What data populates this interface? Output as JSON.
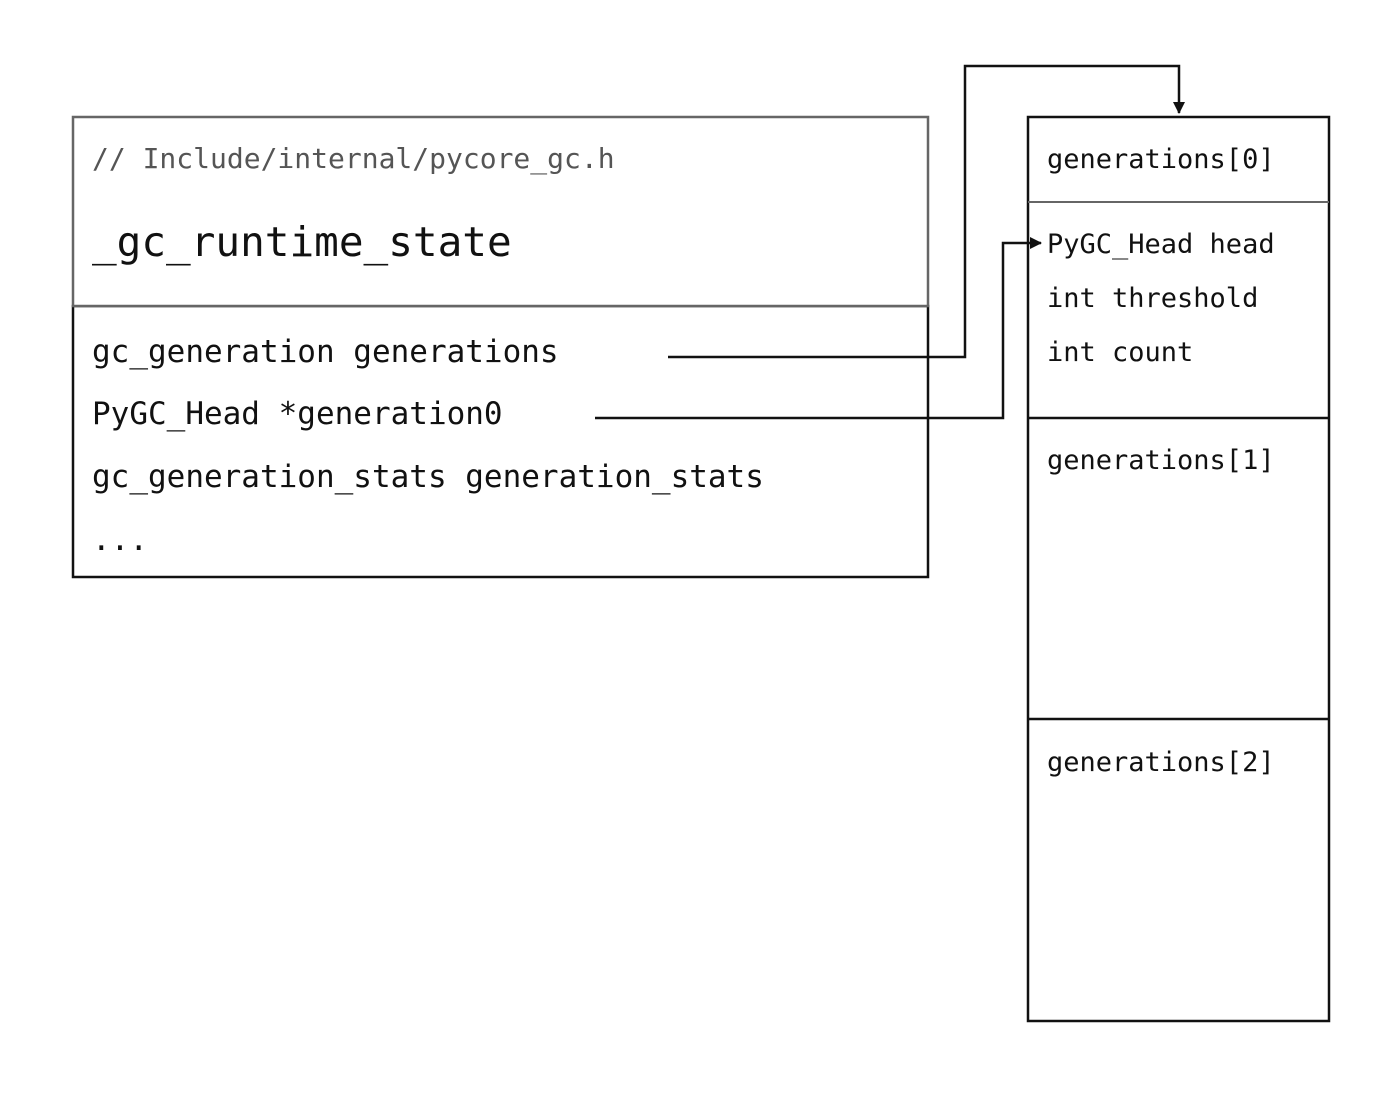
{
  "struct": {
    "comment": "// Include/internal/pycore_gc.h",
    "name": "_gc_runtime_state",
    "fields": [
      "gc_generation generations",
      "PyGC_Head *generation0",
      "gc_generation_stats generation_stats",
      "..."
    ]
  },
  "generations": {
    "gen0": {
      "label": "generations[0]",
      "fields": [
        "PyGC_Head head",
        "int threshold",
        "int count"
      ]
    },
    "gen1": {
      "label": "generations[1]"
    },
    "gen2": {
      "label": "generations[2]"
    }
  },
  "colors": {
    "line": "#111111",
    "header_border": "#666666",
    "comment_text": "#555555"
  }
}
